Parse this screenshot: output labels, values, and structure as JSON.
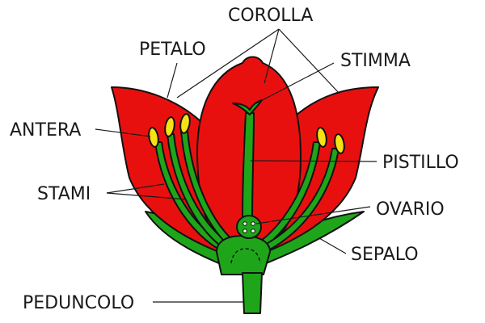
{
  "labels": {
    "corolla": "COROLLA",
    "petalo": "PETALO",
    "stimma": "STIMMA",
    "antera": "ANTERA",
    "pistillo": "PISTILLO",
    "stami": "STAMI",
    "ovario": "OVARIO",
    "sepalo": "SEPALO",
    "peduncolo": "PEDUNCOLO"
  },
  "colors": {
    "petal": "#e8100f",
    "green": "#1fa51a",
    "anther": "#f5e214",
    "outline": "#111111",
    "label": "#1a1a1a"
  }
}
